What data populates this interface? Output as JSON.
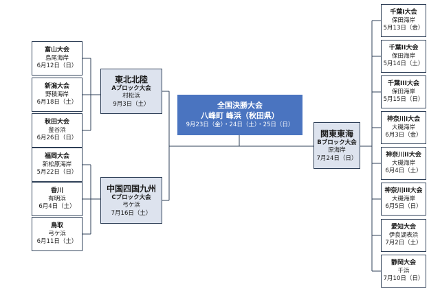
{
  "colors": {
    "final_bg": "#4a74c0",
    "block_bg": "#dde3ee",
    "border": "#2e3f57",
    "line": "#2e3f57"
  },
  "final": {
    "title": "全国決勝大会",
    "venue": "八峰町 峰浜（秋田県）",
    "dates": "9月23日（金）・24日（土）・25日（日）"
  },
  "blocks": {
    "a": {
      "name": "東北北陸",
      "block": "Aブロック大会",
      "place": "村松浜",
      "date": "9月3日（土）"
    },
    "c": {
      "name": "中国四国九州",
      "block": "Cブロック大会",
      "place": "弓ケ浜",
      "date": "7月16日（土）"
    },
    "b": {
      "name": "関東東海",
      "block": "Bブロック大会",
      "place": "原海岸",
      "date": "7月24日（日）"
    }
  },
  "left_events": [
    {
      "name": "富山大会",
      "place": "島尾海岸",
      "date": "6月12日（日）"
    },
    {
      "name": "新潟大会",
      "place": "野積海岸",
      "date": "6月18日（土）"
    },
    {
      "name": "秋田大会",
      "place": "釜谷浜",
      "date": "6月26日（日）"
    },
    {
      "name": "福岡大会",
      "place": "新松原海岸",
      "date": "5月22日（日）"
    },
    {
      "name": "香川",
      "place": "有明浜",
      "date": "6月4日（土）"
    },
    {
      "name": "鳥取",
      "place": "弓ケ浜",
      "date": "6月11日（土）"
    }
  ],
  "right_events": [
    {
      "name": "千葉I大会",
      "place": "保田海岸",
      "date": "5月13日（金）"
    },
    {
      "name": "千葉II大会",
      "place": "保田海岸",
      "date": "5月14日（土）"
    },
    {
      "name": "千葉III大会",
      "place": "保田海岸",
      "date": "5月15日（日）"
    },
    {
      "name": "神奈川I大会",
      "place": "大磯海岸",
      "date": "6月3日（金）"
    },
    {
      "name": "神奈川II大会",
      "place": "大磯海岸",
      "date": "6月4日（土）"
    },
    {
      "name": "神奈川III大会",
      "place": "大磯海岸",
      "date": "6月5日（日）"
    },
    {
      "name": "愛知大会",
      "place": "伊良湖表浜",
      "date": "7月2日（土）"
    },
    {
      "name": "静岡大会",
      "place": "千浜",
      "date": "7月10日（日）"
    }
  ]
}
